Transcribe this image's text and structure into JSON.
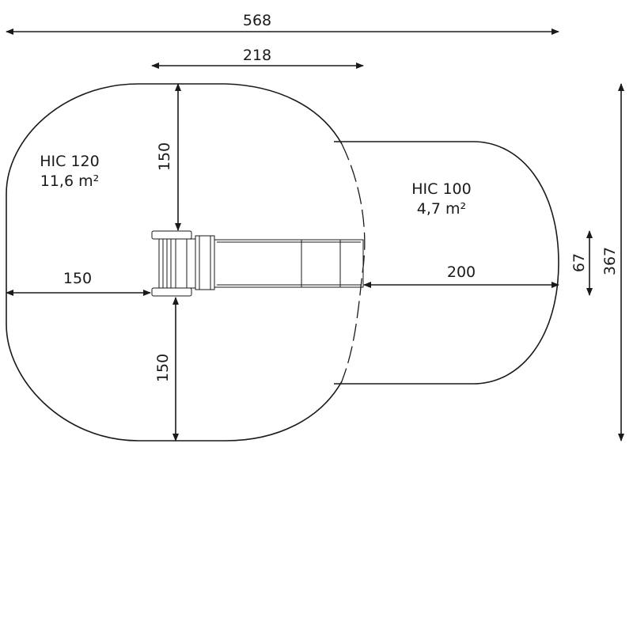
{
  "dimensions": {
    "total_width": "568",
    "structure_length": "218",
    "left_top_depth": "150",
    "left_side_width": "150",
    "left_bottom_depth": "150",
    "right_extension": "200",
    "structure_width": "67",
    "total_height": "367"
  },
  "zones": {
    "main": {
      "label": "HIC 120",
      "area": "11,6 m²"
    },
    "extension": {
      "label": "HIC 100",
      "area": "4,7 m²"
    }
  }
}
